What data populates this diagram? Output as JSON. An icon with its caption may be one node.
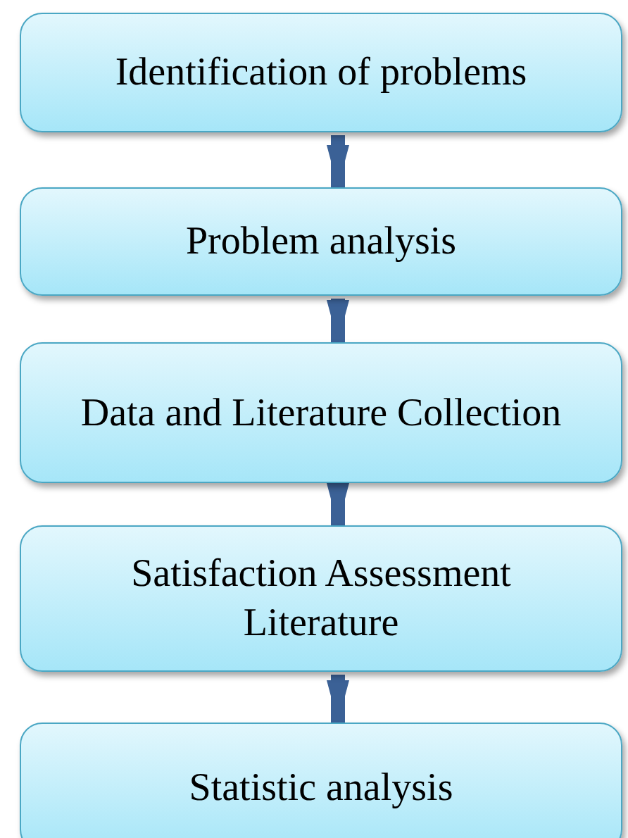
{
  "diagram": {
    "nodes": [
      {
        "text": [
          "Identification of problems"
        ]
      },
      {
        "text": [
          "Problem analysis"
        ]
      },
      {
        "text": [
          "Data and Literature Collection"
        ]
      },
      {
        "text": [
          "Satisfaction Assessment Literature"
        ]
      },
      {
        "text": [
          "Statistic analysis"
        ]
      }
    ],
    "edges": [
      {
        "from": 0,
        "to": 1,
        "arrow": "to"
      },
      {
        "from": 1,
        "to": 2,
        "arrow": "to"
      },
      {
        "from": 2,
        "to": 3,
        "arrow": "to"
      },
      {
        "from": 3,
        "to": 4,
        "arrow": "to"
      }
    ]
  }
}
